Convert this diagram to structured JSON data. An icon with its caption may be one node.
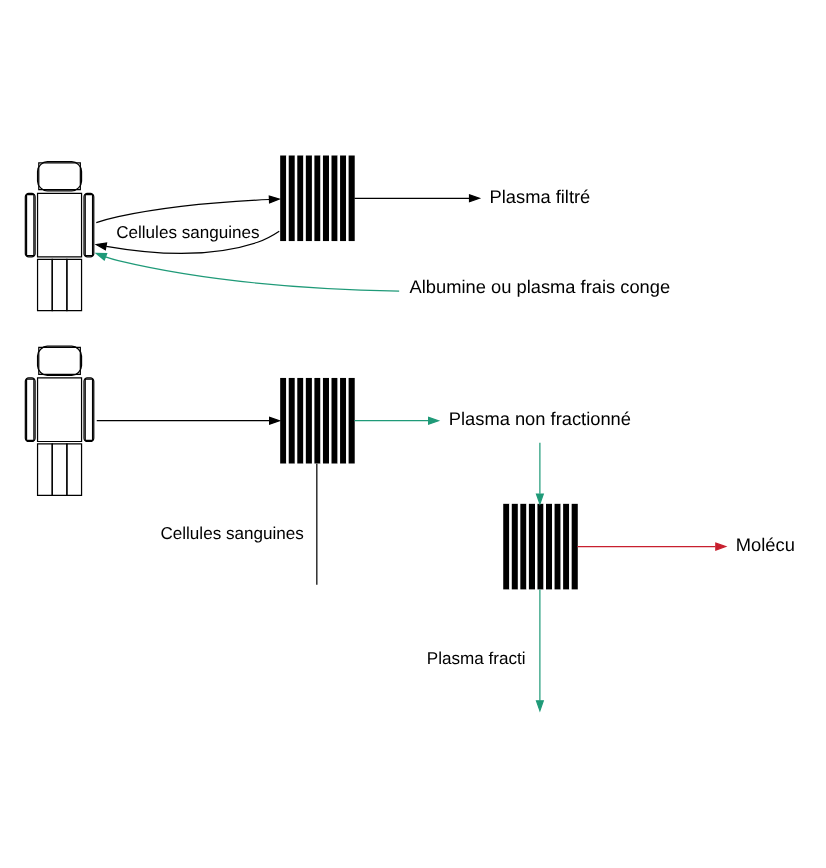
{
  "diagram": {
    "nodes": [
      {
        "text": [],
        "shape": "person"
      },
      {
        "text": [],
        "shape": "box"
      },
      {
        "text": [
          "Plasma filtré"
        ]
      },
      {
        "text": [
          "Albumine ou plasma frais conge"
        ]
      },
      {
        "text": [],
        "shape": "person"
      },
      {
        "text": [],
        "shape": "box"
      },
      {
        "text": [
          "Plasma non fractionné"
        ]
      },
      {
        "text": [],
        "shape": "box"
      },
      {
        "text": [
          "Molécu"
        ]
      }
    ],
    "edges": [
      {
        "from": 0,
        "to": 1,
        "arrow": "to"
      },
      {
        "from": 1,
        "to": 2,
        "arrow": "to"
      },
      {
        "from": 1,
        "to": 0,
        "arrow": "to",
        "label": "Cellules sanguines"
      },
      {
        "from": 3,
        "to": 0,
        "arrow": "to",
        "color": "#1f9a78"
      },
      {
        "from": 4,
        "to": 5,
        "arrow": "to"
      },
      {
        "from": 5,
        "to": 6,
        "arrow": "to",
        "color": "#1f9a78"
      },
      {
        "from": 6,
        "to": 7,
        "arrow": "to",
        "color": "#1f9a78"
      },
      {
        "from": 7,
        "to": 8,
        "arrow": "to",
        "color": "#c8202f"
      },
      {
        "from": 7,
        "to": null,
        "arrow": "to",
        "label": "Plasma fracti",
        "color": "#1f9a78"
      },
      {
        "from": 5,
        "to": null,
        "arrow": "none",
        "label": "Cellules sanguines"
      }
    ]
  }
}
